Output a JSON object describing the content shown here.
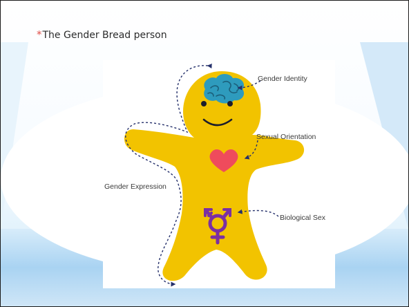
{
  "slide": {
    "bullet": "*",
    "title": "The Gender Bread person"
  },
  "diagram": {
    "labels": {
      "gender_identity": "Gender Identity",
      "sexual_orientation": "Sexual Orientation",
      "gender_expression": "Gender Expression",
      "biological_sex": "Biological Sex"
    },
    "icons": [
      "brain-icon",
      "heart-icon",
      "transgender-symbol-icon"
    ]
  },
  "colors": {
    "body": "#f2c300",
    "brain": "#2e9bbd",
    "heart": "#ef4b5c",
    "symbol": "#7b2fa3",
    "arrows": "#25306b",
    "title_bullet": "#e0504a"
  }
}
